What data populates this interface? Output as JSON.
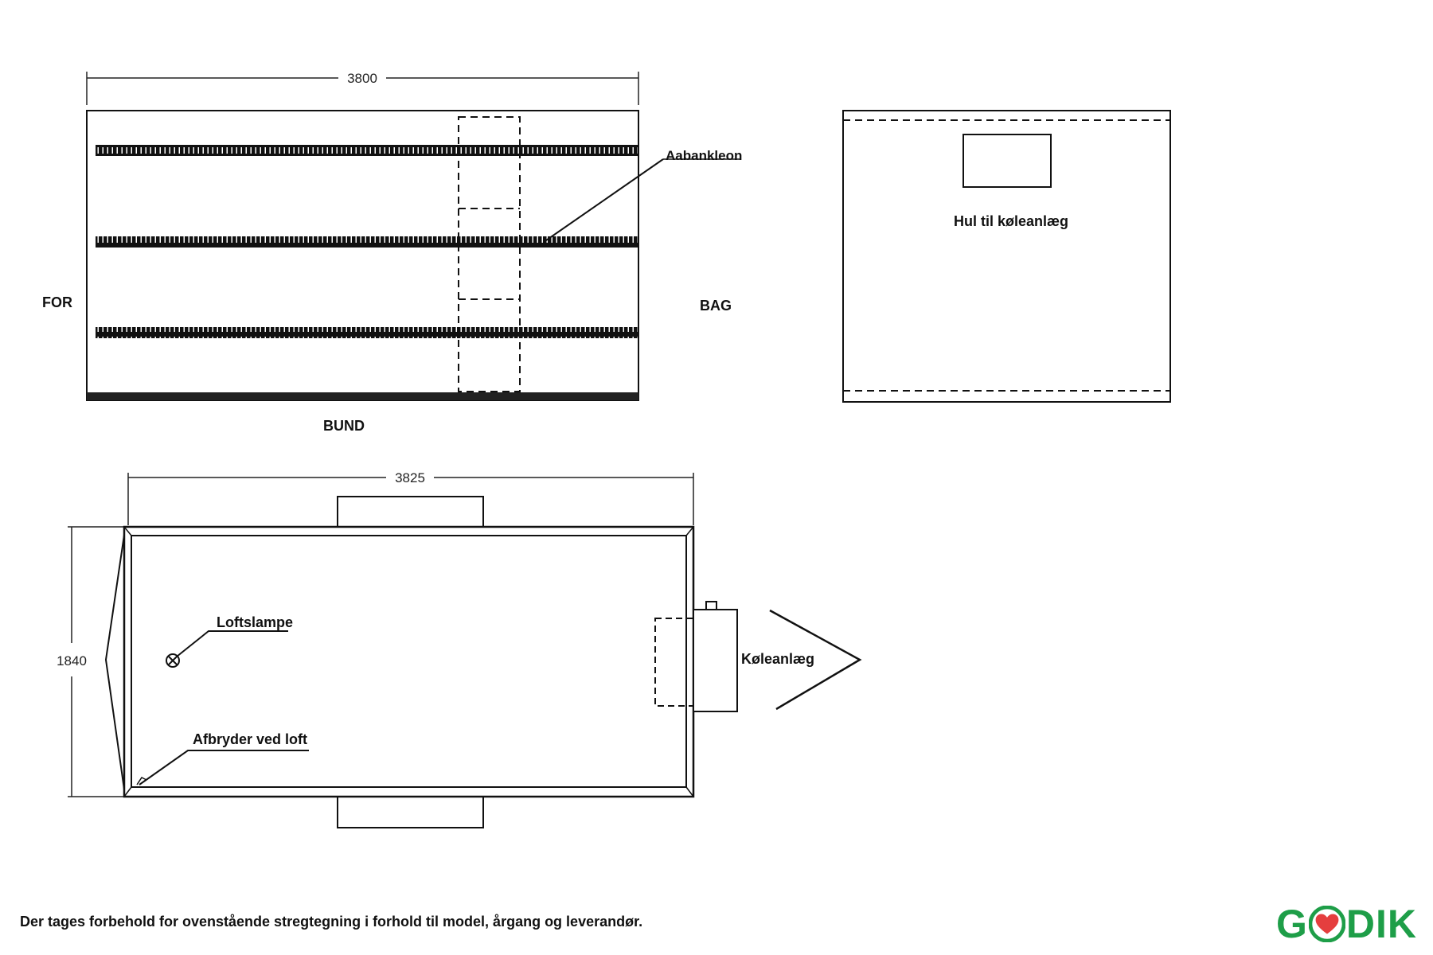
{
  "side_view": {
    "width_dim": "3800",
    "rail_label": "Aabankleon",
    "front_label": "FOR",
    "back_label": "BAG",
    "bottom_label": "BUND"
  },
  "rear_view": {
    "hole_label": "Hul til køleanlæg"
  },
  "top_view": {
    "length_dim": "3825",
    "width_dim": "1840",
    "lamp_label": "Loftslampe",
    "switch_label": "Afbryder ved loft",
    "cooler_label": "Køleanlæg"
  },
  "footer": {
    "disclaimer": "Der tages forbehold for ovenstående stregtegning i forhold til model, årgang og leverandør.",
    "logo_left": "G",
    "logo_right": "DIK",
    "logo_color": "#1e9e48",
    "heart_color": "#e53e3e"
  }
}
